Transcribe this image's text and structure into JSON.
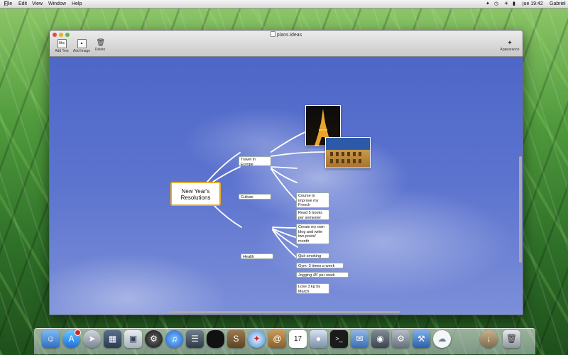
{
  "menubar": {
    "apple": "",
    "items": [
      "File",
      "Edit",
      "View",
      "Window",
      "Help"
    ],
    "clock": "jue 19:42",
    "user": "Gabriel"
  },
  "window": {
    "title": "plans.ideas",
    "toolbar": {
      "add_text": "Add Text",
      "add_text_icon": "Abc",
      "add_image": "Add Image",
      "delete": "Delete",
      "appearance": "Appearance"
    }
  },
  "mindmap": {
    "root": "New Year's\nResolutions",
    "branches": {
      "travel": "Travel in Europe",
      "culture": "Culture",
      "health": "Health"
    },
    "culture_items": [
      "Course to improve my French",
      "Read 5 books per semester",
      "Create my own blog and write two posts/ month"
    ],
    "health_items": [
      "Quit smoking",
      "Gym: 3 times a week",
      "Jogging 45' per week",
      "Lose 3 kg by March"
    ]
  },
  "colors": {
    "root_border": "#e9a92a",
    "canvas_bg": "#5d74cf",
    "link": "#ffffff"
  },
  "dock": {
    "icons": [
      "finder-icon",
      "app-store-icon",
      "launchpad-icon",
      "mission-control-icon",
      "preview-icon",
      "dashboard-icon",
      "itunes-icon",
      "calculator-icon",
      "blackboard-icon",
      "sublime-icon",
      "safari-icon",
      "contacts-icon",
      "calendar-icon",
      "photos-icon",
      "terminal-icon",
      "mail-icon",
      "facetime-icon",
      "system-preferences-icon",
      "xcode-icon",
      "messages-icon",
      "downloads-icon",
      "trash-icon"
    ],
    "calendar_day": "17",
    "app_store_badge": "1"
  }
}
